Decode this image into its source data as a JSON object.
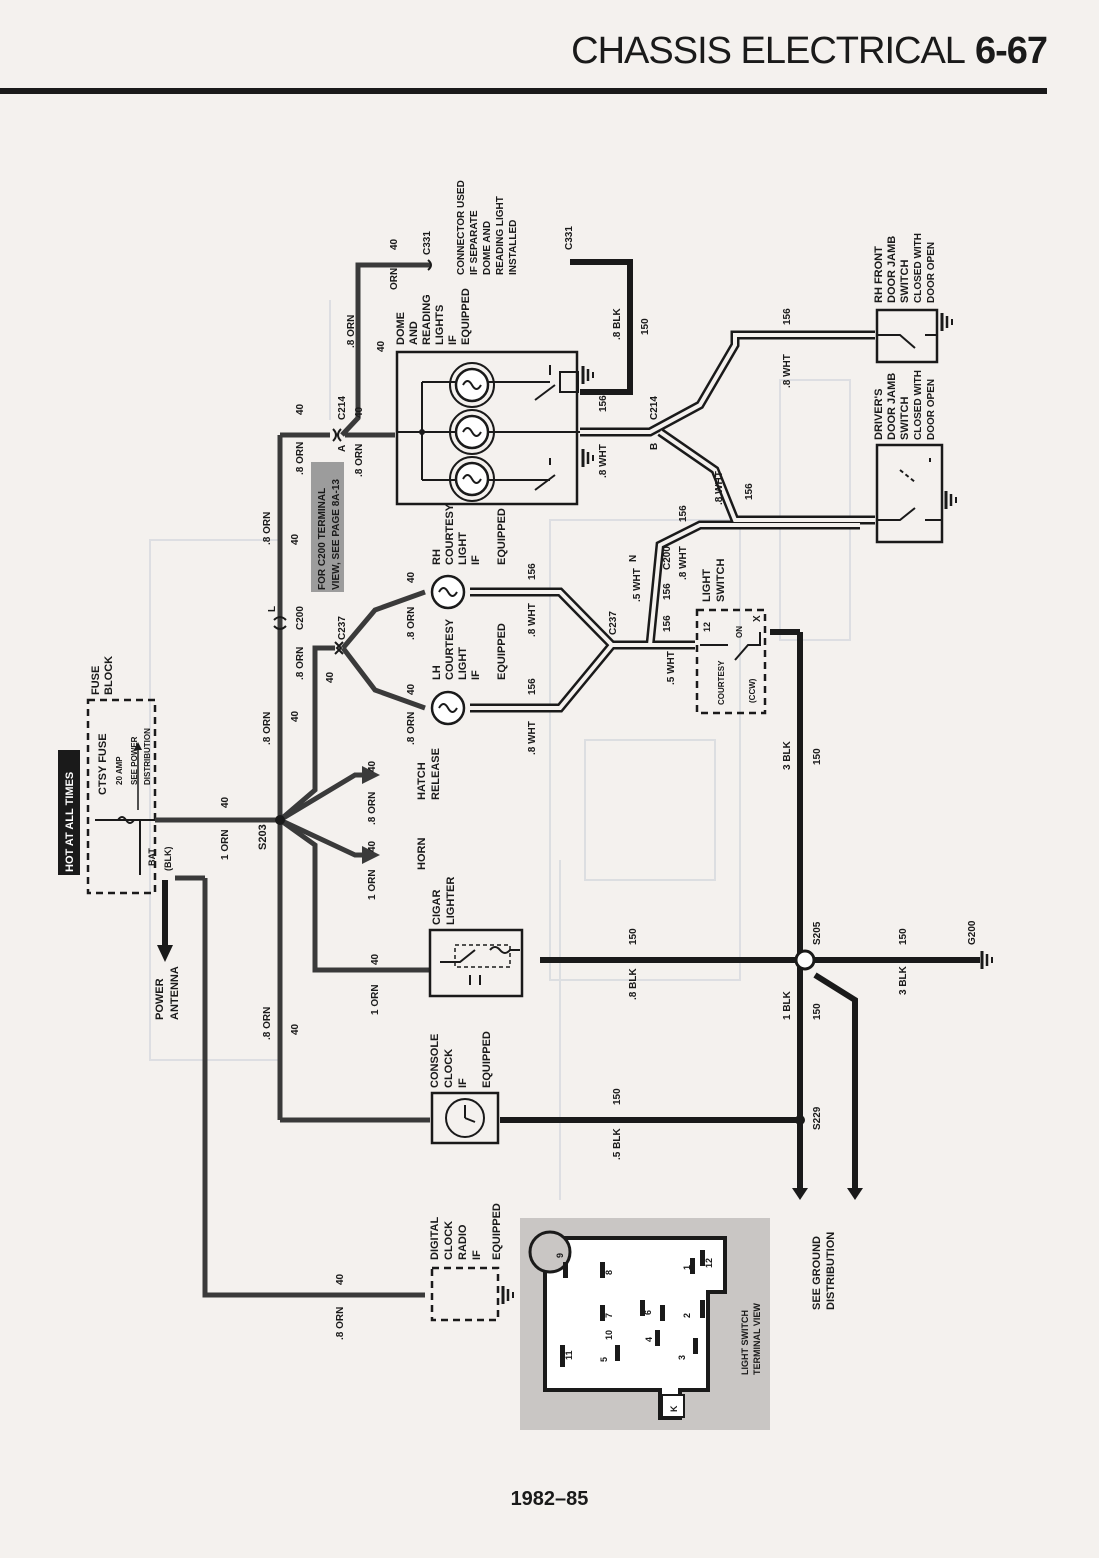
{
  "header": {
    "section_title": "CHASSIS ELECTRICAL",
    "page_number": "6-67"
  },
  "footer": {
    "years": "1982–85"
  },
  "power": {
    "hot_label": "HOT AT ALL TIMES",
    "fuse_block": [
      "FUSE",
      "BLOCK"
    ],
    "ctsy_fuse": "CTSY FUSE",
    "amp": "20 AMP",
    "see_power": [
      "SEE POWER",
      "DISTRIBUTION"
    ],
    "bat": "BAT",
    "blk": "(BLK)",
    "power_antenna": [
      "POWER",
      "ANTENNA"
    ]
  },
  "splices": {
    "s203": "S203",
    "s205": "S205",
    "s229": "S229",
    "g200": "G200"
  },
  "connectors": {
    "c200": "C200",
    "c214": "C214",
    "c237": "C237",
    "c331": "C331"
  },
  "pins": {
    "L": "L",
    "A": "A",
    "B": "B",
    "N": "N",
    "X": "X",
    "12": "12"
  },
  "wires": {
    "orn_8": ".8 ORN",
    "orn_1": "1 ORN",
    "orn": "ORN",
    "blk_8": ".8 BLK",
    "blk_5": ".5 BLK",
    "blk_1": "1 BLK",
    "blk_3": "3 BLK",
    "wht_8": ".8 WHT",
    "wht_5": ".5 WHT",
    "c40": "40",
    "c150": "150",
    "c156": "156"
  },
  "components": {
    "dome": [
      "DOME",
      "AND",
      "READING",
      "LIGHTS",
      "IF",
      "EQUIPPED"
    ],
    "connector_note": [
      "CONNECTOR USED",
      "IF SEPARATE",
      "DOME AND",
      "READING LIGHT",
      "INSTALLED"
    ],
    "rh_jamb": [
      "RH FRONT",
      "DOOR JAMB",
      "SWITCH",
      "CLOSED WITH",
      "DOOR OPEN"
    ],
    "drv_jamb": [
      "DRIVER'S",
      "DOOR JAMB",
      "SWITCH",
      "CLOSED WITH",
      "DOOR OPEN"
    ],
    "rh_courtesy": [
      "RH",
      "COURTESY",
      "LIGHT",
      "IF",
      "EQUIPPED"
    ],
    "lh_courtesy": [
      "LH",
      "COURTESY",
      "LIGHT",
      "IF",
      "EQUIPPED"
    ],
    "light_switch": [
      "LIGHT",
      "SWITCH"
    ],
    "courtesy": "COURTESY",
    "on": "ON",
    "ccw": "(CCW)",
    "c200_note": [
      "FOR C200 TERMINAL",
      "VIEW, SEE PAGE 8A-13"
    ],
    "hatch": [
      "HATCH",
      "RELEASE"
    ],
    "horn": "HORN",
    "cigar": [
      "CIGAR",
      "LIGHTER"
    ],
    "console_clock": [
      "CONSOLE",
      "CLOCK",
      "IF",
      "EQUIPPED"
    ],
    "radio": [
      "DIGITAL",
      "CLOCK",
      "RADIO",
      "IF",
      "EQUIPPED"
    ],
    "ground_dist": [
      "SEE GROUND",
      "DISTRIBUTION"
    ],
    "terminal_view": [
      "LIGHT SWITCH",
      "TERMINAL VIEW"
    ],
    "terminals": [
      "9",
      "8",
      "7",
      "6",
      "10",
      "5",
      "11",
      "4",
      "2",
      "1",
      "12",
      "3",
      "K"
    ]
  }
}
